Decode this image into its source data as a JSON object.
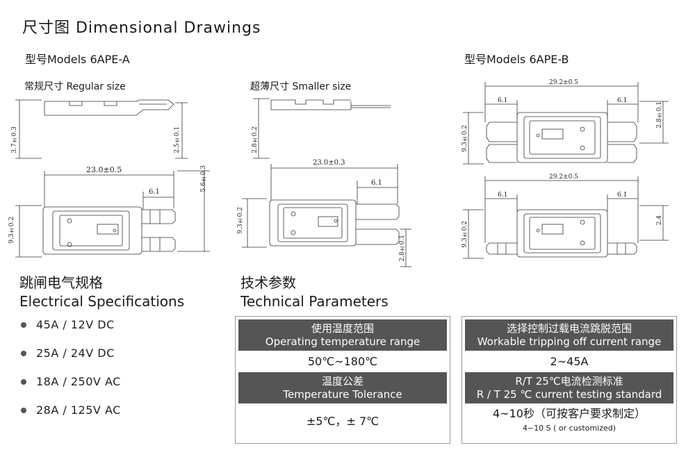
{
  "title": "尺寸图  Dimensional Drawings",
  "models": {
    "a": {
      "label": "型号Models   6APE-A",
      "regular": "常规尺寸 Regular size",
      "smaller": "超薄尺寸 Smaller size"
    },
    "b": {
      "label": "型号Models   6APE-B"
    }
  },
  "dims": {
    "a_reg_h37": "3.7±0.3",
    "a_reg_h25": "2.5±0.1",
    "a_reg_w230": "23.0±0.5",
    "a_reg_w61": "6.1",
    "a_reg_h56": "5.6±0.3",
    "a_reg_h93": "9.3±0.2",
    "a_sm_h28": "2.8±0.2",
    "a_sm_w230": "23.0±0.3",
    "a_sm_w61": "6.1",
    "a_sm_h93": "9.3±0.2",
    "a_sm_h28b": "2.8±0.1",
    "b1_w292": "29.2±0.5",
    "b1_w61l": "6.1",
    "b1_w61r": "6.1",
    "b1_h93": "9.3±0.2",
    "b1_h28": "2.8±0.1",
    "b2_w292": "29.2±0.5",
    "b2_w61l": "6.1",
    "b2_w61r": "6.1",
    "b2_h93": "9.3±0.2",
    "b2_h24": "2.4"
  },
  "electrical": {
    "title_cn": "跳闸电气规格",
    "title_en": "Electrical Specifications",
    "items": [
      "45A / 12V DC",
      "25A / 24V DC",
      "18A / 250V AC",
      "28A / 125V AC"
    ]
  },
  "technical": {
    "title_cn": "技术参数",
    "title_en": "Technical Parameters",
    "left": {
      "h1_cn": "使用温度范围",
      "h1_en": "Operating temperature range",
      "v1": "50℃~180℃",
      "h2_cn": "温度公差",
      "h2_en": "Temperature Tolerance",
      "v2": "±5℃，± 7℃"
    },
    "right": {
      "h1_cn": "选择控制过载电流跳脱范围",
      "h1_en": "Workable tripping off current range",
      "v1": "2~45A",
      "h2_cn": "R/T 25℃电流检测标准",
      "h2_en": "R / T 25 ℃ current testing standard",
      "v2": "4~10秒（可按客户要求制定）",
      "v2_en": "4~10 S ( or customized)"
    }
  },
  "colors": {
    "header_bg": "#555555",
    "border": "#9a9a9a",
    "text": "#1a1a1a"
  }
}
